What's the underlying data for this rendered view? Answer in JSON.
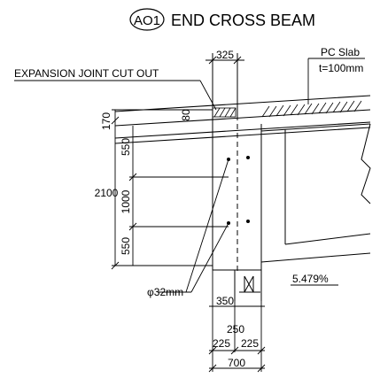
{
  "title": {
    "tag": "AO1",
    "text": "END CROSS BEAM"
  },
  "labels": {
    "pc_slab": "PC Slab",
    "slab_thickness": "t=100mm",
    "expansion_joint": "EXPANSION JOINT CUT OUT",
    "bolt": "φ32mm",
    "slope": "5.479%"
  },
  "dimensions": {
    "top_width": "325",
    "joint_depth": "80",
    "left_top": "170",
    "total_height": "2100",
    "upper": "550",
    "middle": "1000",
    "lower": "550",
    "bottom_350": "350",
    "bottom_250": "250",
    "bottom_225_left": "225",
    "bottom_225_right": "225",
    "bottom_total": "700"
  }
}
